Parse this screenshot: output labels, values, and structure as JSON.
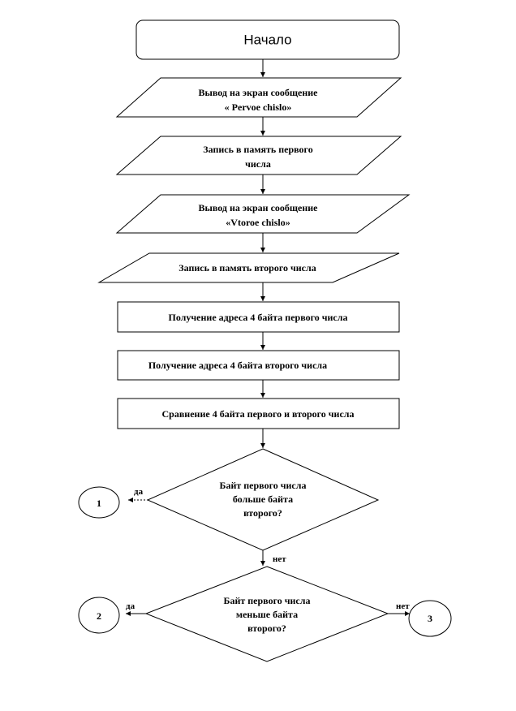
{
  "flowchart": {
    "start": "Начало",
    "steps": [
      {
        "line1": "Вывод на экран сообщение",
        "line2": "« Pervoe chislo»"
      },
      {
        "line1": "Запись в память первого",
        "line2": "числа"
      },
      {
        "line1": "Вывод на экран сообщение",
        "line2": "«Vtoroe chislo»"
      },
      {
        "line1": "Запись в память второго числа"
      },
      {
        "line1": "Получение адреса 4 байта первого числа"
      },
      {
        "line1": "Получение адреса 4 байта второго числа"
      },
      {
        "line1": "Сравнение 4 байта первого и второго числа"
      }
    ],
    "decisions": [
      {
        "line1": "Байт первого числа",
        "line2": "больше байта",
        "line3": "второго?"
      },
      {
        "line1": "Байт первого числа",
        "line2": "меньше байта",
        "line3": "второго?"
      }
    ],
    "edge_labels": {
      "yes1": "да",
      "no1": "нет",
      "yes2": "да",
      "no2": "нет"
    },
    "connectors": [
      "1",
      "2",
      "3"
    ]
  }
}
